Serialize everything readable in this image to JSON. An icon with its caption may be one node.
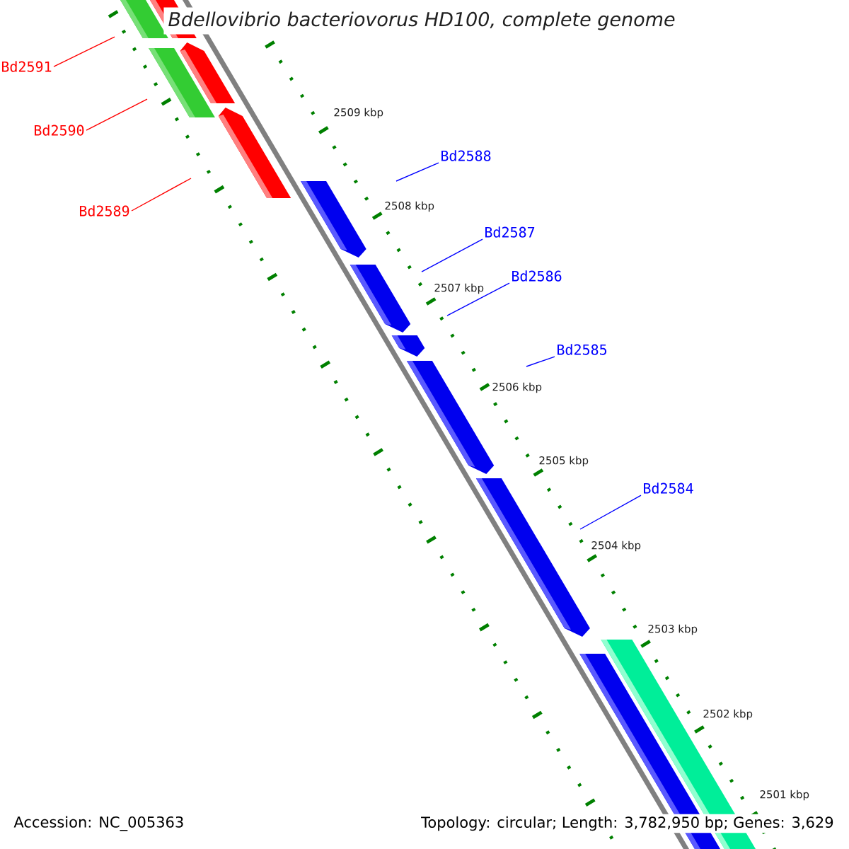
{
  "diagram": {
    "title": "Bdellovibrio bacteriovorus HD100, complete genome",
    "nodes": [
      {
        "text": [
          "Bd2591"
        ]
      },
      {
        "text": [
          "Bd2590"
        ]
      },
      {
        "text": [
          "Bd2589"
        ]
      },
      {
        "text": [
          "Bd2588"
        ]
      },
      {
        "text": [
          "Bd2587"
        ]
      },
      {
        "text": [
          "Bd2586"
        ]
      },
      {
        "text": [
          "Bd2585"
        ]
      },
      {
        "text": [
          "Bd2584"
        ]
      }
    ],
    "edges": [
      {
        "from": 0,
        "to": null,
        "arrow": "none",
        "color": "#ff0000"
      },
      {
        "from": 1,
        "to": null,
        "arrow": "none",
        "color": "#ff0000"
      },
      {
        "from": 2,
        "to": null,
        "arrow": "none",
        "color": "#ff0000"
      },
      {
        "from": 3,
        "to": null,
        "arrow": "none"
      },
      {
        "from": 4,
        "to": null,
        "arrow": "none"
      },
      {
        "from": 5,
        "to": null,
        "arrow": "none"
      },
      {
        "from": 6,
        "to": null,
        "arrow": "none"
      },
      {
        "from": 7,
        "to": null,
        "arrow": "none"
      }
    ],
    "labels": [
      "2509 kbp",
      "2508 kbp",
      "2507 kbp",
      "2506 kbp",
      "2505 kbp",
      "2504 kbp",
      "2503 kbp",
      "2502 kbp",
      "2501 kbp",
      "Accession: NC_005363",
      "Topology: circular; Length: 3,782,950 bp; Genes: 3,629"
    ]
  }
}
